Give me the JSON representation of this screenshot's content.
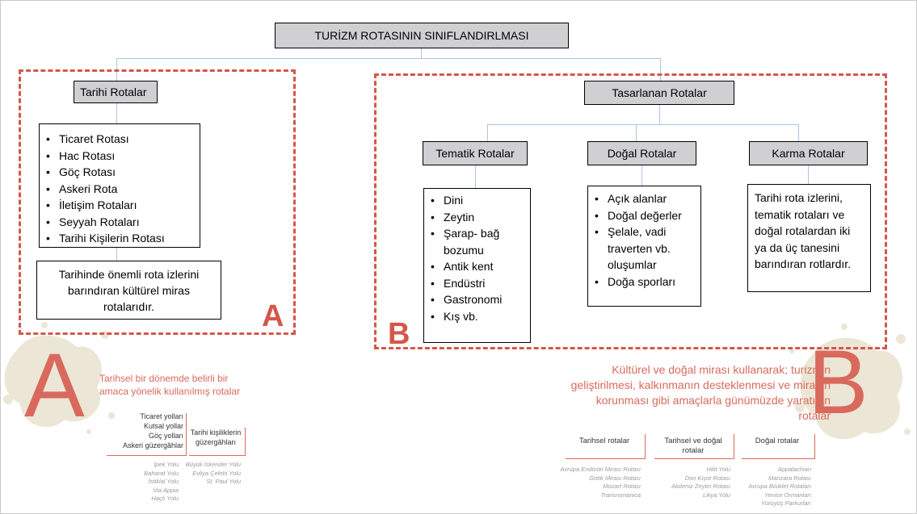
{
  "root": {
    "title": "TURİZM ROTASININ SINIFLANDIRLMASI"
  },
  "historic": {
    "title": "Tarihi Rotalar",
    "items": [
      "Ticaret Rotası",
      "Hac Rotası",
      "Göç Rotası",
      "Askeri Rota",
      "İletişim Rotaları",
      "Seyyah Rotaları",
      "Tarihi Kişilerin Rotası"
    ],
    "description": "Tarihinde önemli rota izlerini barındıran kültürel miras rotalarıdır.",
    "letter": "A"
  },
  "designed": {
    "title": "Tasarlanan Rotalar",
    "letter": "B",
    "thematic": {
      "title": "Tematik Rotalar",
      "items": [
        "Dini",
        "Zeytin",
        "Şarap- bağ bozumu",
        "Antik kent",
        "Endüstri",
        "Gastronomi",
        "Kış vb."
      ]
    },
    "natural": {
      "title": "Doğal Rotalar",
      "items": [
        "Açık alanlar",
        "Doğal değerler",
        "Şelale, vadi traverten vb. oluşumlar",
        "Doğa sporları"
      ]
    },
    "mixed": {
      "title": "Karma Rotalar",
      "description": "Tarihi rota izlerini, tematik rotaları ve doğal rotalardan iki ya da üç tanesini barındıran rotlardır."
    }
  },
  "figureA": {
    "letter": "A",
    "heading_line1": "Tarihsel bir dönemde belirli bir",
    "heading_line2": "amaca yönelik kullanılmış rotalar",
    "col1": [
      "Ticaret yolları",
      "Kutsal yollar",
      "Göç yolları",
      "Askeri güzergâhlar"
    ],
    "col2": [
      "Tarihi kişiliklerin",
      "güzergâhları"
    ],
    "col1_examples": [
      "İpek Yolu",
      "Baharat Yolu",
      "İstiklal Yolu",
      "Via Appia",
      "Haçlı Yolu"
    ],
    "col2_examples": [
      "Büyük İskender Yolu",
      "Evliya Çelebi Yolu",
      "St. Paul Yolu"
    ]
  },
  "figureB": {
    "letter": "B",
    "heading": [
      "Kültürel ve doğal mirası kullanarak; turizmin",
      "geliştirilmesi, kalkınmanın desteklenmesi ve mirasın",
      "korunması gibi amaçlarla günümüzde yaratılan",
      "rotalar"
    ],
    "cats": [
      {
        "label": [
          "Tarihsel rotalar"
        ],
        "examples": [
          "Avrupa Endüstri Mirası Rotası",
          "Gotik Mirası Rotası",
          "Mozart Rotası",
          "Transromanica"
        ]
      },
      {
        "label": [
          "Tarihsel ve doğal",
          "rotalar"
        ],
        "examples": [
          "Hitit Yolu",
          "Don Kişot Rotası",
          "Akdeniz Zeytin Rotası",
          "Likya Yolu"
        ]
      },
      {
        "label": [
          "Doğal rotalar"
        ],
        "examples": [
          "Appalachian",
          "Manzara Rotası",
          "Avrupa Bisiklet Rotaları",
          "Yenice Ormanları",
          "Yürüyüş Parkurları"
        ]
      }
    ]
  },
  "colors": {
    "accent": "#d4574a",
    "connector": "#a9c5e4",
    "header_fill": "#d0d0d3"
  }
}
